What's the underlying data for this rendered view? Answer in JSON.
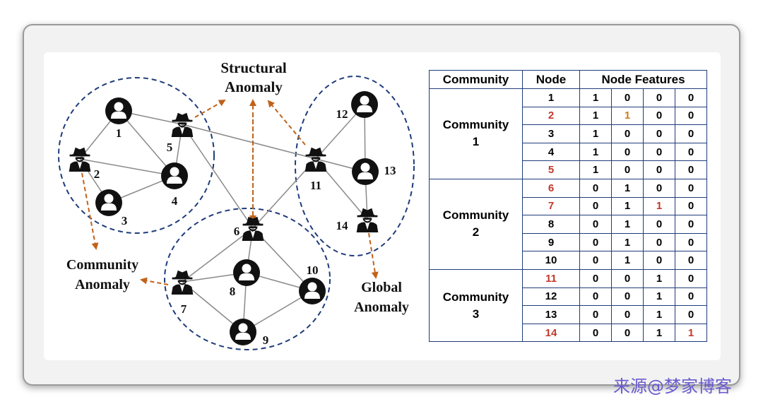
{
  "labels": {
    "structural": [
      "Structural",
      "Anomaly"
    ],
    "community": [
      "Community",
      "Anomaly"
    ],
    "global": [
      "Global",
      "Anomaly"
    ]
  },
  "graph": {
    "nodes": [
      {
        "id": "1",
        "type": "normal"
      },
      {
        "id": "2",
        "type": "anomaly"
      },
      {
        "id": "3",
        "type": "normal"
      },
      {
        "id": "4",
        "type": "normal"
      },
      {
        "id": "5",
        "type": "anomaly"
      },
      {
        "id": "6",
        "type": "anomaly"
      },
      {
        "id": "7",
        "type": "anomaly"
      },
      {
        "id": "8",
        "type": "normal"
      },
      {
        "id": "9",
        "type": "normal"
      },
      {
        "id": "10",
        "type": "normal"
      },
      {
        "id": "11",
        "type": "anomaly"
      },
      {
        "id": "12",
        "type": "normal"
      },
      {
        "id": "13",
        "type": "normal"
      },
      {
        "id": "14",
        "type": "anomaly"
      }
    ],
    "edges": [
      [
        "1",
        "5"
      ],
      [
        "1",
        "2"
      ],
      [
        "1",
        "4"
      ],
      [
        "2",
        "4"
      ],
      [
        "2",
        "3"
      ],
      [
        "3",
        "4"
      ],
      [
        "4",
        "5"
      ],
      [
        "5",
        "6"
      ],
      [
        "5",
        "13"
      ],
      [
        "6",
        "11"
      ],
      [
        "6",
        "7"
      ],
      [
        "6",
        "8"
      ],
      [
        "6",
        "10"
      ],
      [
        "7",
        "8"
      ],
      [
        "7",
        "9"
      ],
      [
        "8",
        "9"
      ],
      [
        "8",
        "10"
      ],
      [
        "9",
        "10"
      ],
      [
        "11",
        "12"
      ],
      [
        "11",
        "14"
      ],
      [
        "12",
        "13"
      ],
      [
        "13",
        "14"
      ]
    ],
    "icons": {
      "normal": "user-icon",
      "anomaly": "spy-icon"
    },
    "colors": {
      "node": "#111111",
      "edge": "#8a8a8a",
      "community_border": "#1f3c7a",
      "arrow": "#c0621a"
    }
  },
  "table": {
    "headers": [
      "Community",
      "Node",
      "Node Features"
    ],
    "groups": [
      {
        "label": [
          "Community",
          "1"
        ],
        "rows": [
          {
            "node": "1",
            "highlight": false,
            "features": [
              "1",
              "0",
              "0",
              "0"
            ],
            "feature_highlight": []
          },
          {
            "node": "2",
            "highlight": true,
            "features": [
              "1",
              "1",
              "0",
              "0"
            ],
            "feature_highlight": [
              1
            ]
          },
          {
            "node": "3",
            "highlight": false,
            "features": [
              "1",
              "0",
              "0",
              "0"
            ],
            "feature_highlight": []
          },
          {
            "node": "4",
            "highlight": false,
            "features": [
              "1",
              "0",
              "0",
              "0"
            ],
            "feature_highlight": []
          },
          {
            "node": "5",
            "highlight": true,
            "features": [
              "1",
              "0",
              "0",
              "0"
            ],
            "feature_highlight": []
          }
        ]
      },
      {
        "label": [
          "Community",
          "2"
        ],
        "rows": [
          {
            "node": "6",
            "highlight": true,
            "features": [
              "0",
              "1",
              "0",
              "0"
            ],
            "feature_highlight": []
          },
          {
            "node": "7",
            "highlight": true,
            "features": [
              "0",
              "1",
              "1",
              "0"
            ],
            "feature_highlight": [
              2
            ]
          },
          {
            "node": "8",
            "highlight": false,
            "features": [
              "0",
              "1",
              "0",
              "0"
            ],
            "feature_highlight": []
          },
          {
            "node": "9",
            "highlight": false,
            "features": [
              "0",
              "1",
              "0",
              "0"
            ],
            "feature_highlight": []
          },
          {
            "node": "10",
            "highlight": false,
            "features": [
              "0",
              "1",
              "0",
              "0"
            ],
            "feature_highlight": []
          }
        ]
      },
      {
        "label": [
          "Community",
          "3"
        ],
        "rows": [
          {
            "node": "11",
            "highlight": true,
            "features": [
              "0",
              "0",
              "1",
              "0"
            ],
            "feature_highlight": []
          },
          {
            "node": "12",
            "highlight": false,
            "features": [
              "0",
              "0",
              "1",
              "0"
            ],
            "feature_highlight": []
          },
          {
            "node": "13",
            "highlight": false,
            "features": [
              "0",
              "0",
              "1",
              "0"
            ],
            "feature_highlight": []
          },
          {
            "node": "14",
            "highlight": true,
            "features": [
              "0",
              "0",
              "1",
              "1"
            ],
            "feature_highlight": [
              3
            ]
          }
        ]
      }
    ],
    "highlight_color": "#c0392b",
    "feature_highlight_colors": [
      "#c0392b",
      "#d07a1a"
    ]
  },
  "watermark": "来源@梦家博客"
}
